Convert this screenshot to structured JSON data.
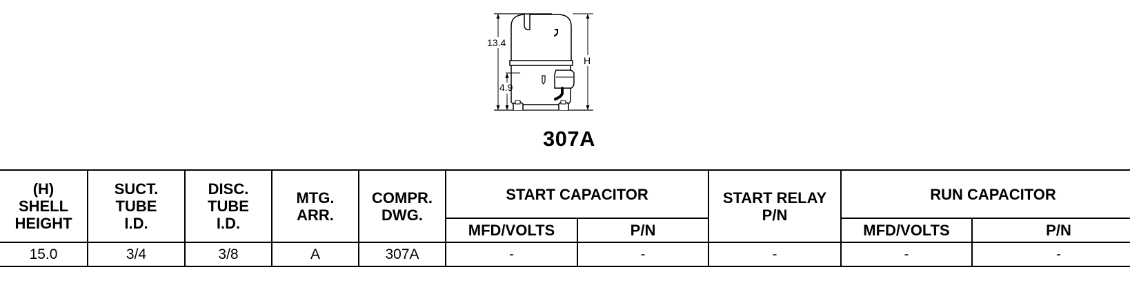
{
  "figure": {
    "dim_upper": "13.4",
    "dim_lower": "4.9",
    "dim_height": "H"
  },
  "model_title": "307A",
  "table": {
    "headers": {
      "shell_height": [
        "(H)",
        "SHELL",
        "HEIGHT"
      ],
      "suct_tube": [
        "SUCT.",
        "TUBE",
        "I.D."
      ],
      "disc_tube": [
        "DISC.",
        "TUBE",
        "I.D."
      ],
      "mtg_arr": [
        "MTG.",
        "ARR."
      ],
      "compr_dwg": [
        "COMPR.",
        "DWG."
      ],
      "start_capacitor": "START CAPACITOR",
      "start_relay": [
        "START RELAY",
        "P/N"
      ],
      "run_capacitor": "RUN CAPACITOR",
      "mfd_volts": "MFD/VOLTS",
      "pn": "P/N"
    },
    "rows": [
      {
        "shell_height": "15.0",
        "suct_tube_id": "3/4",
        "disc_tube_id": "3/8",
        "mtg_arr": "A",
        "compr_dwg": "307A",
        "start_cap_mfd_volts": "-",
        "start_cap_pn": "-",
        "start_relay_pn": "-",
        "run_cap_mfd_volts": "-",
        "run_cap_pn": "-"
      }
    ]
  }
}
